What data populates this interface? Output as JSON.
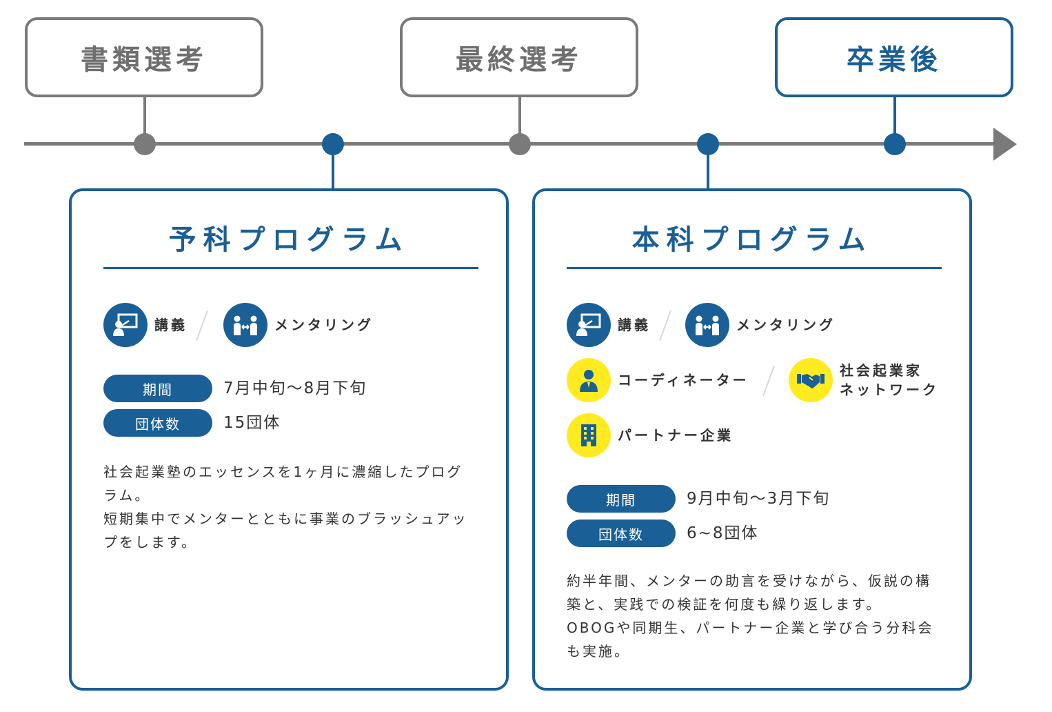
{
  "stages": [
    {
      "label": "書類選考",
      "accent": "#7a7a7a"
    },
    {
      "label": "最終選考",
      "accent": "#7a7a7a"
    },
    {
      "label": "卒業後",
      "accent": "#1a5f96"
    }
  ],
  "colors": {
    "primary_blue": "#1a5f96",
    "gray": "#7a7a7a",
    "yellow": "#ffeb1f"
  },
  "programs": [
    {
      "title": "予科プログラム",
      "features": [
        {
          "icon": "lecture-icon",
          "label": "講義"
        },
        {
          "icon": "mentoring-icon",
          "label": "メンタリング"
        }
      ],
      "period_label": "期間",
      "period_value": "7月中旬〜8月下旬",
      "groups_label": "団体数",
      "groups_value": "15団体",
      "description": [
        "社会起業塾のエッセンスを1ヶ月に濃縮したプログ",
        "ラム。",
        "短期集中でメンターとともに事業のブラッシュアッ",
        "プをします。"
      ]
    },
    {
      "title": "本科プログラム",
      "features": [
        {
          "icon": "lecture-icon",
          "label": "講義"
        },
        {
          "icon": "mentoring-icon",
          "label": "メンタリング"
        },
        {
          "icon": "coordinator-icon",
          "label": "コーディネーター"
        },
        {
          "icon": "handshake-icon",
          "label_line1": "社会起業家",
          "label_line2": "ネットワーク"
        },
        {
          "icon": "building-icon",
          "label": "パートナー企業"
        }
      ],
      "period_label": "期間",
      "period_value": "9月中旬〜3月下旬",
      "groups_label": "団体数",
      "groups_value": "6~8団体",
      "description": [
        "約半年間、メンターの助言を受けながら、仮説の構",
        "築と、実践での検証を何度も繰り返します。",
        "OBOGや同期生、パートナー企業と学び合う分科会",
        "も実施。"
      ]
    }
  ]
}
